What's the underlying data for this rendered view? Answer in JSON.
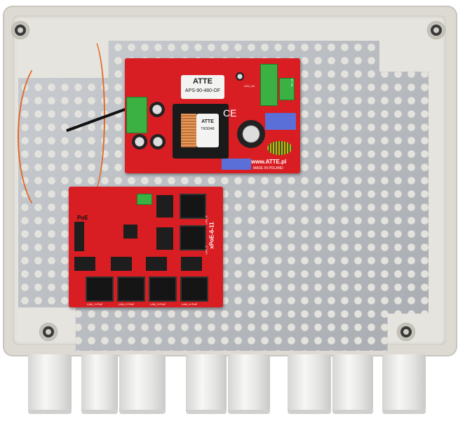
{
  "psu_board": {
    "brand": "ATTE",
    "model": "APS-90-480-OF",
    "transformer_brand": "ATTE",
    "transformer_model": "TR30/48",
    "website": "www.ATTE.pl",
    "origin": "MADE IN POLAND",
    "led_label": "LED_AC",
    "ac_label": "AC_IN"
  },
  "poe_board": {
    "model": "xPoE-6-11",
    "poe_label": "PoE",
    "ports": [
      "LAN_1+PoE",
      "LAN_2+PoE",
      "LAN_3+PoE",
      "LAN_4+PoE"
    ],
    "upper_ports": [
      "LAN_6",
      "LAN_5"
    ]
  },
  "colors": {
    "pcb": "#d81e22",
    "enclosure": "#dcdad3",
    "terminal": "#3bb043"
  }
}
